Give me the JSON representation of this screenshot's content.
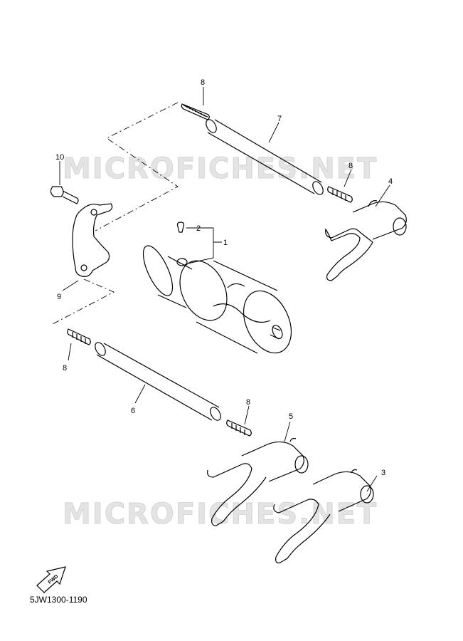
{
  "watermark": {
    "text": "MICROFICHES.NET"
  },
  "callouts": {
    "c1": "1",
    "c2": "2",
    "c3": "3",
    "c4": "4",
    "c5": "5",
    "c6": "6",
    "c7": "7",
    "c8a": "8",
    "c8b": "8",
    "c8c": "8",
    "c8d": "8",
    "c9": "9",
    "c10": "10"
  },
  "fwd_label": "FWD",
  "diagram_code": "5JW1300-1190",
  "colors": {
    "line": "#000000",
    "watermark": "#e4e4e4"
  }
}
